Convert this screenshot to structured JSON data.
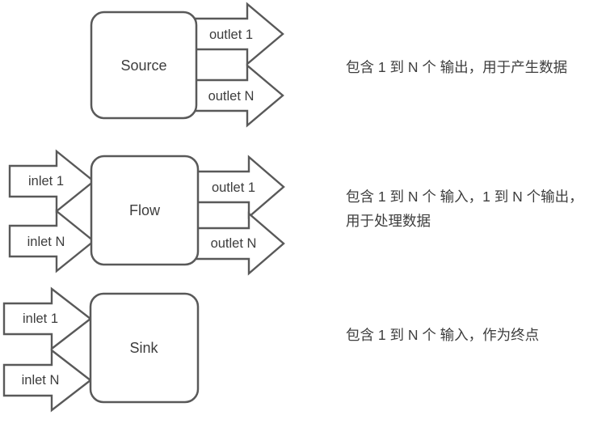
{
  "diagram": {
    "title": "pipeline-component-types",
    "colors": {
      "background": "#ffffff",
      "stroke": "#595959",
      "text": "#3d3d3d"
    },
    "rows": [
      {
        "node": "Source",
        "outlets": [
          "outlet 1",
          "outlet N"
        ],
        "inlets": [],
        "description": [
          "包含 1 到 N 个 输出，用于产生数据"
        ]
      },
      {
        "node": "Flow",
        "outlets": [
          "outlet 1",
          "outlet N"
        ],
        "inlets": [
          "inlet 1",
          "inlet N"
        ],
        "description": [
          "包含 1 到 N 个 输入，1 到 N 个输出，",
          "用于处理数据"
        ]
      },
      {
        "node": "Sink",
        "outlets": [],
        "inlets": [
          "inlet 1",
          "inlet N"
        ],
        "description": [
          "包含 1 到 N 个 输入，作为终点"
        ]
      }
    ]
  }
}
